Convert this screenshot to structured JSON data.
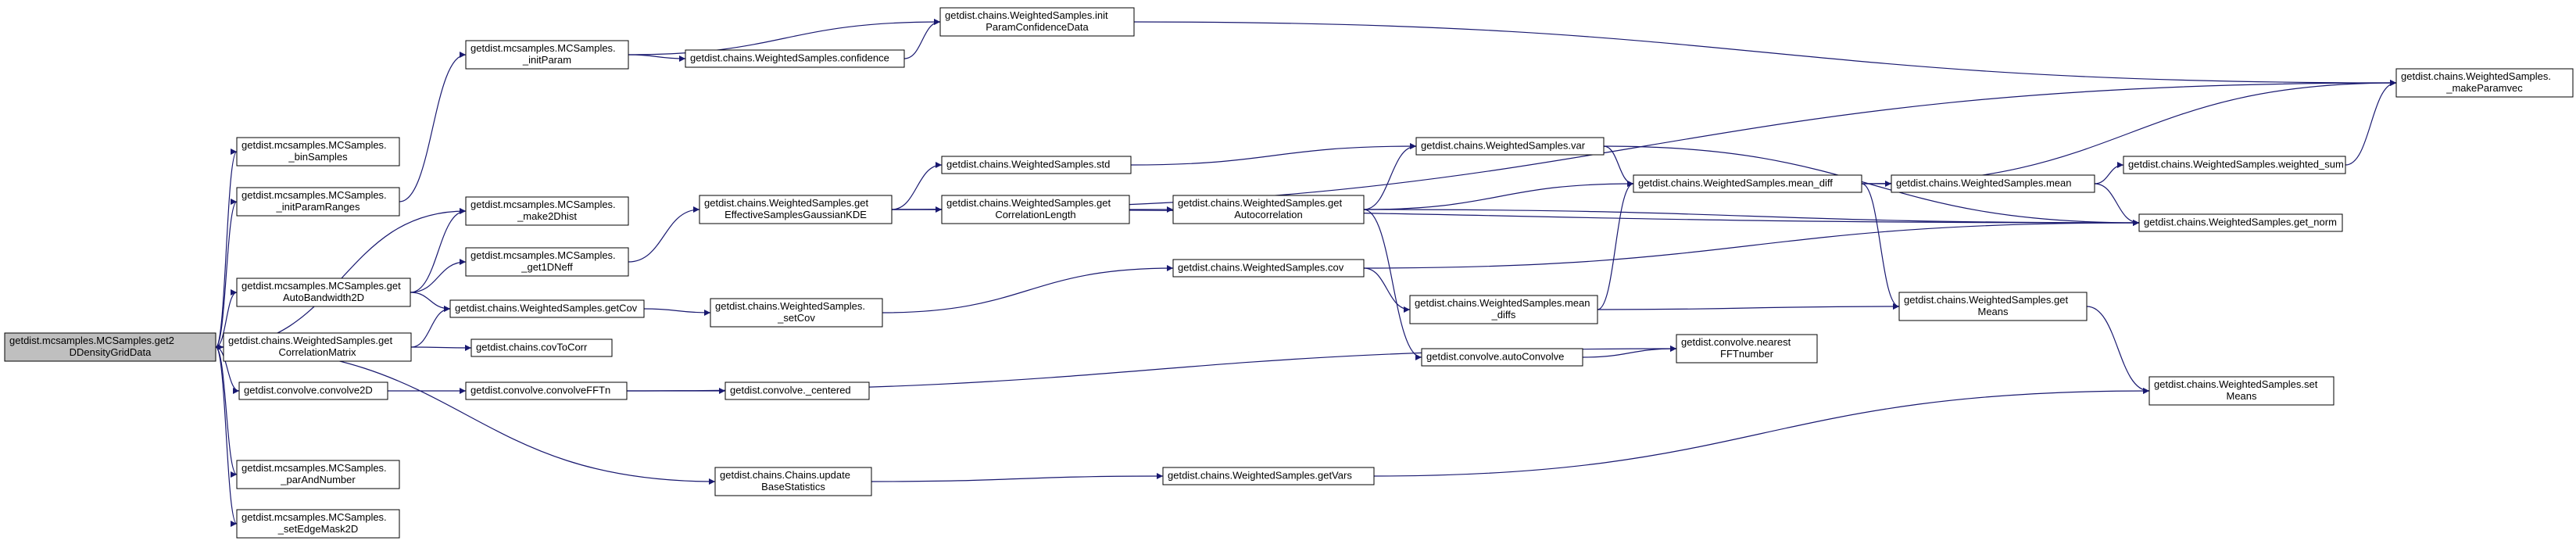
{
  "colors": {
    "edge": "#191970",
    "root_fill": "#bfbfbf",
    "node_fill": "#ffffff",
    "node_border": "#000000"
  },
  "nodes": [
    {
      "id": "root",
      "lines": [
        "getdist.mcsamples.MCSamples.get2",
        "DDensityGridData"
      ]
    },
    {
      "id": "binSamples",
      "lines": [
        "getdist.mcsamples.MCSamples.",
        "_binSamples"
      ]
    },
    {
      "id": "initParamRanges",
      "lines": [
        "getdist.mcsamples.MCSamples.",
        "_initParamRanges"
      ]
    },
    {
      "id": "getAutoBandwidth2D",
      "lines": [
        "getdist.mcsamples.MCSamples.get",
        "AutoBandwidth2D"
      ]
    },
    {
      "id": "getCorrelationMatrix",
      "lines": [
        "getdist.chains.WeightedSamples.get",
        "CorrelationMatrix"
      ]
    },
    {
      "id": "convolve2D",
      "lines": [
        "getdist.convolve.convolve2D"
      ]
    },
    {
      "id": "parAndNumber",
      "lines": [
        "getdist.mcsamples.MCSamples.",
        "_parAndNumber"
      ]
    },
    {
      "id": "setEdgeMask2D",
      "lines": [
        "getdist.mcsamples.MCSamples.",
        "_setEdgeMask2D"
      ]
    },
    {
      "id": "initParam",
      "lines": [
        "getdist.mcsamples.MCSamples.",
        "_initParam"
      ]
    },
    {
      "id": "make2Dhist",
      "lines": [
        "getdist.mcsamples.MCSamples.",
        "_make2Dhist"
      ]
    },
    {
      "id": "get1DNeff",
      "lines": [
        "getdist.mcsamples.MCSamples.",
        "_get1DNeff"
      ]
    },
    {
      "id": "getCov",
      "lines": [
        "getdist.chains.WeightedSamples.getCov"
      ]
    },
    {
      "id": "covToCorr",
      "lines": [
        "getdist.chains.covToCorr"
      ]
    },
    {
      "id": "convolveFFTn",
      "lines": [
        "getdist.convolve.convolveFFTn"
      ]
    },
    {
      "id": "updateBaseStatistics",
      "lines": [
        "getdist.chains.Chains.update",
        "BaseStatistics"
      ]
    },
    {
      "id": "initParamConfidenceData",
      "lines": [
        "getdist.chains.WeightedSamples.init",
        "ParamConfidenceData"
      ]
    },
    {
      "id": "confidence",
      "lines": [
        "getdist.chains.WeightedSamples.confidence"
      ]
    },
    {
      "id": "getEffectiveSamplesGaussianKDE",
      "lines": [
        "getdist.chains.WeightedSamples.get",
        "EffectiveSamplesGaussianKDE"
      ]
    },
    {
      "id": "setCov",
      "lines": [
        "getdist.chains.WeightedSamples.",
        "_setCov"
      ]
    },
    {
      "id": "centered",
      "lines": [
        "getdist.convolve._centered"
      ]
    },
    {
      "id": "std",
      "lines": [
        "getdist.chains.WeightedSamples.std"
      ]
    },
    {
      "id": "getCorrelationLength",
      "lines": [
        "getdist.chains.WeightedSamples.get",
        "CorrelationLength"
      ]
    },
    {
      "id": "getAutocorrelation",
      "lines": [
        "getdist.chains.WeightedSamples.get",
        "Autocorrelation"
      ]
    },
    {
      "id": "cov",
      "lines": [
        "getdist.chains.WeightedSamples.cov"
      ]
    },
    {
      "id": "getVars",
      "lines": [
        "getdist.chains.WeightedSamples.getVars"
      ]
    },
    {
      "id": "var",
      "lines": [
        "getdist.chains.WeightedSamples.var"
      ]
    },
    {
      "id": "mean_diffs",
      "lines": [
        "getdist.chains.WeightedSamples.mean",
        "_diffs"
      ]
    },
    {
      "id": "autoConvolve",
      "lines": [
        "getdist.convolve.autoConvolve"
      ]
    },
    {
      "id": "mean_diff",
      "lines": [
        "getdist.chains.WeightedSamples.mean_diff"
      ]
    },
    {
      "id": "nearestFFTnumber",
      "lines": [
        "getdist.convolve.nearest",
        "FFTnumber"
      ]
    },
    {
      "id": "mean",
      "lines": [
        "getdist.chains.WeightedSamples.mean"
      ]
    },
    {
      "id": "getMeans",
      "lines": [
        "getdist.chains.WeightedSamples.get",
        "Means"
      ]
    },
    {
      "id": "makeParamvec",
      "lines": [
        "getdist.chains.WeightedSamples.",
        "_makeParamvec"
      ]
    },
    {
      "id": "weighted_sum",
      "lines": [
        "getdist.chains.WeightedSamples.weighted_sum"
      ]
    },
    {
      "id": "get_norm",
      "lines": [
        "getdist.chains.WeightedSamples.get_norm"
      ]
    },
    {
      "id": "setMeans",
      "lines": [
        "getdist.chains.WeightedSamples.set",
        "Means"
      ]
    }
  ],
  "edges": [
    [
      "root",
      "binSamples"
    ],
    [
      "root",
      "initParamRanges"
    ],
    [
      "root",
      "make2Dhist"
    ],
    [
      "root",
      "getAutoBandwidth2D"
    ],
    [
      "root",
      "getCorrelationMatrix"
    ],
    [
      "root",
      "convolve2D"
    ],
    [
      "root",
      "updateBaseStatistics"
    ],
    [
      "root",
      "parAndNumber"
    ],
    [
      "root",
      "setEdgeMask2D"
    ],
    [
      "initParamRanges",
      "initParam"
    ],
    [
      "getAutoBandwidth2D",
      "make2Dhist"
    ],
    [
      "getAutoBandwidth2D",
      "get1DNeff"
    ],
    [
      "getAutoBandwidth2D",
      "getCov"
    ],
    [
      "getCorrelationMatrix",
      "getCov"
    ],
    [
      "getCorrelationMatrix",
      "covToCorr"
    ],
    [
      "convolve2D",
      "convolveFFTn"
    ],
    [
      "initParam",
      "initParamConfidenceData"
    ],
    [
      "initParam",
      "confidence"
    ],
    [
      "get1DNeff",
      "getEffectiveSamplesGaussianKDE"
    ],
    [
      "getCov",
      "setCov"
    ],
    [
      "convolveFFTn",
      "centered"
    ],
    [
      "convolveFFTn",
      "nearestFFTnumber"
    ],
    [
      "updateBaseStatistics",
      "getVars"
    ],
    [
      "confidence",
      "initParamConfidenceData"
    ],
    [
      "initParamConfidenceData",
      "makeParamvec"
    ],
    [
      "getEffectiveSamplesGaussianKDE",
      "makeParamvec"
    ],
    [
      "getEffectiveSamplesGaussianKDE",
      "std"
    ],
    [
      "getEffectiveSamplesGaussianKDE",
      "getCorrelationLength"
    ],
    [
      "getEffectiveSamplesGaussianKDE",
      "get_norm"
    ],
    [
      "setCov",
      "cov"
    ],
    [
      "std",
      "var"
    ],
    [
      "getCorrelationLength",
      "getAutocorrelation"
    ],
    [
      "getAutocorrelation",
      "var"
    ],
    [
      "getAutocorrelation",
      "mean_diff"
    ],
    [
      "getAutocorrelation",
      "get_norm"
    ],
    [
      "getAutocorrelation",
      "autoConvolve"
    ],
    [
      "cov",
      "mean_diffs"
    ],
    [
      "cov",
      "get_norm"
    ],
    [
      "getVars",
      "setMeans"
    ],
    [
      "var",
      "mean_diff"
    ],
    [
      "var",
      "get_norm"
    ],
    [
      "mean_diffs",
      "mean_diff"
    ],
    [
      "mean_diffs",
      "getMeans"
    ],
    [
      "autoConvolve",
      "nearestFFTnumber"
    ],
    [
      "mean_diff",
      "makeParamvec"
    ],
    [
      "mean_diff",
      "mean"
    ],
    [
      "mean_diff",
      "getMeans"
    ],
    [
      "mean",
      "weighted_sum"
    ],
    [
      "mean",
      "get_norm"
    ],
    [
      "getMeans",
      "setMeans"
    ],
    [
      "weighted_sum",
      "makeParamvec"
    ]
  ]
}
